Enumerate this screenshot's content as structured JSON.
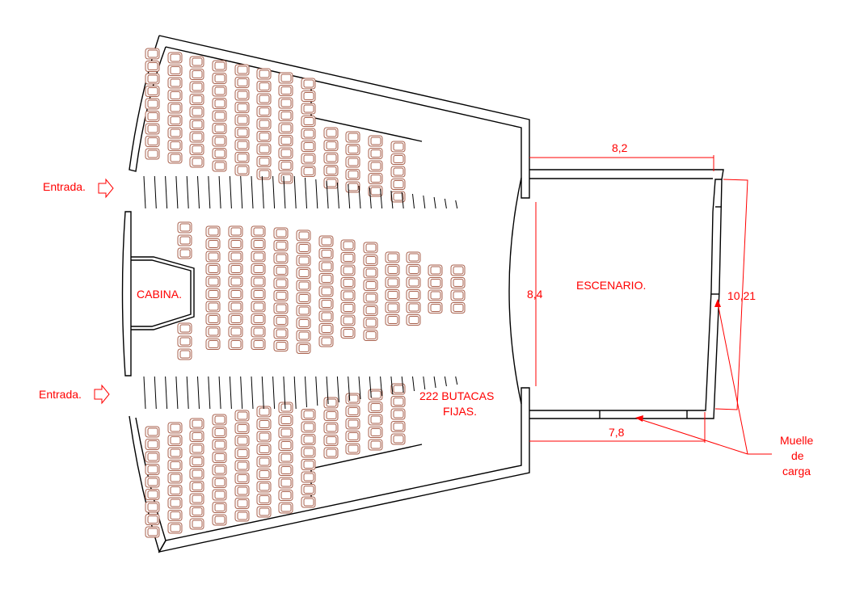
{
  "labels": {
    "entrance_top": "Entrada.",
    "entrance_bottom": "Entrada.",
    "booth": "CABINA.",
    "stage": "ESCENARIO.",
    "capacity_line1": "222 BUTACAS",
    "capacity_line2": "FIJAS.",
    "loading_dock_line1": "Muelle",
    "loading_dock_line2": "de",
    "loading_dock_line3": "carga"
  },
  "dimensions": {
    "stage_top_width": "8,2",
    "stage_opening": "8,4",
    "stage_side_depth": "10,21",
    "stage_bottom_width": "7,8"
  },
  "colors": {
    "annotation": "#ff0000",
    "seat": "#a8604c",
    "wall": "#000000"
  }
}
